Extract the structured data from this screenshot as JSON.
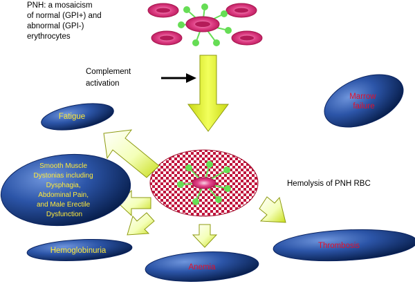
{
  "intro": {
    "lines": [
      "PNH: a mosaicism",
      "of normal (GPI+) and",
      "abnormal (GPI-)",
      "erythrocytes"
    ]
  },
  "complement": {
    "lines": [
      "Complement",
      "activation"
    ]
  },
  "hemolysis": {
    "label": "Hemolysis of PNH RBC"
  },
  "outcomes": {
    "fatigue": "Fatigue",
    "marrow": [
      "Marrow",
      "failure"
    ],
    "dystonia": [
      "Smooth Muscle",
      "Dystonias including",
      "Dysphagia,",
      "Abdominal Pain,",
      "and Male Erectile",
      "Dysfunction"
    ],
    "hemoglobinuria": "Hemoglobinuria",
    "anemia": "Anemia",
    "thrombosis": "Thrombosis"
  },
  "colors": {
    "ellipse_dark": "#0b2a63",
    "ellipse_light": "#4f76c4",
    "red_text": "#e3102a",
    "yellow_text": "#ffea3a",
    "arrow_fill": "#dfee2a",
    "arrow_light": "#f7ffd0",
    "rbc": "#d63a7a",
    "node": "#66dd55"
  }
}
